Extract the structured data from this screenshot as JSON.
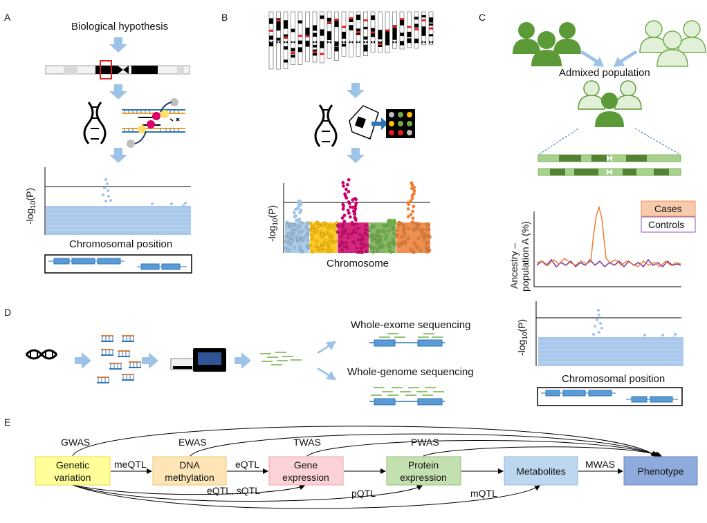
{
  "panels": {
    "a": {
      "letter": "A",
      "hypothesis": "Biological hypothesis",
      "ylabel_main": "-log",
      "ylabel_sub": "10",
      "ylabel_end": "(P)",
      "xlabel": "Chromosomal position"
    },
    "b": {
      "letter": "B",
      "ylabel_main": "-log",
      "ylabel_sub": "10",
      "ylabel_end": "(P)",
      "xlabel": "Chromosome"
    },
    "c": {
      "letter": "C",
      "admixed": "Admixed population",
      "ylabel_line1": "Ancestry –",
      "ylabel_line2": "population A (%)",
      "legend_cases": "Cases",
      "legend_controls": "Controls",
      "ylabel2_main": "-log",
      "ylabel2_sub": "10",
      "ylabel2_end": "(P)",
      "xlabel2": "Chromosomal position"
    },
    "d": {
      "letter": "D",
      "wes": "Whole-exome sequencing",
      "wgs": "Whole-genome sequencing"
    },
    "e": {
      "letter": "E",
      "nodes": {
        "genetic_line1": "Genetic",
        "genetic_line2": "variation",
        "dna_line1": "DNA",
        "dna_line2": "methylation",
        "gene_line1": "Gene",
        "gene_line2": "expression",
        "protein_line1": "Protein",
        "protein_line2": "expression",
        "metabolites": "Metabolites",
        "phenotype": "Phenotype"
      },
      "edges": {
        "gwas": "GWAS",
        "ewas": "EWAS",
        "twas": "TWAS",
        "pwas": "PWAS",
        "meqtl": "meQTL",
        "eqtl": "eQTL",
        "mwas": "MWAS",
        "eqtl_sqtl": "eQTL, sQTL",
        "pqtl": "pQTL",
        "mqtl": "mQTL"
      },
      "colors": {
        "genetic": "#ffff99",
        "dna": "#fde5b8",
        "gene": "#fbd3d7",
        "protein": "#c5e0b0",
        "metabolites": "#bdd7ee",
        "phenotype": "#8faadc"
      }
    }
  }
}
